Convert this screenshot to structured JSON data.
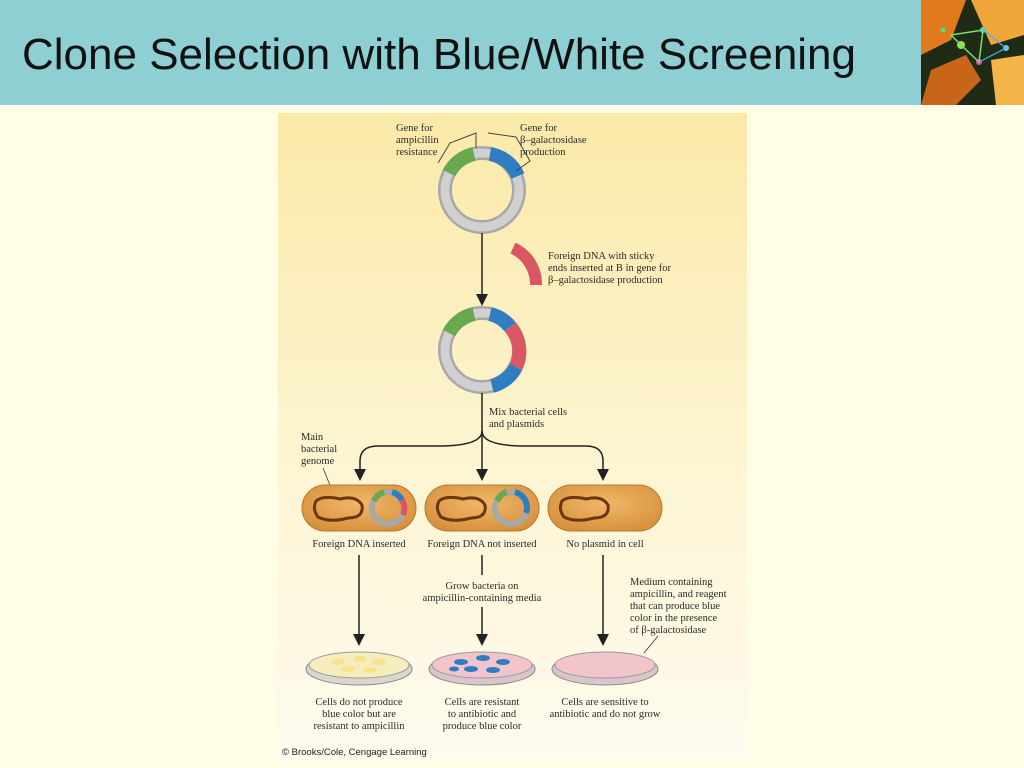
{
  "slide": {
    "title": "Clone Selection with Blue/White Screening"
  },
  "figure": {
    "plasmid_labels": {
      "amp_gene": [
        "Gene for",
        "ampicillin",
        "resistance"
      ],
      "galactosidase_gene": [
        "Gene for",
        "β–galactosidase",
        "production"
      ]
    },
    "step1_label": [
      "Foreign DNA with sticky",
      "ends inserted at B in gene for",
      "β–galactosidase production"
    ],
    "step2_label": [
      "Mix bacterial cells",
      "and plasmids"
    ],
    "genome_label": [
      "Main",
      "bacterial",
      "genome"
    ],
    "cells": [
      {
        "label": "Foreign DNA inserted"
      },
      {
        "label": "Foreign DNA not inserted"
      },
      {
        "label": "No plasmid in cell"
      }
    ],
    "grow_label": [
      "Grow bacteria on",
      "ampicillin-containing media"
    ],
    "medium_label": [
      "Medium containing",
      "ampicillin, and reagent",
      "that can produce blue",
      "color in the presence",
      "of β-galactosidase"
    ],
    "results": [
      [
        "Cells do not produce",
        "blue color but are",
        "resistant to ampicillin"
      ],
      [
        "Cells are resistant",
        "to antibiotic and",
        "produce blue color"
      ],
      [
        "Cells are sensitive to",
        "antibiotic and do not grow"
      ]
    ],
    "credit": "© Brooks/Cole, Cengage Learning"
  },
  "colors": {
    "header": "#8ecfd3",
    "amp_gene": "#6aa84f",
    "galactosidase_gene": "#2f7ec2",
    "foreign_dna": "#d95763",
    "cell": "#e2a24e"
  }
}
